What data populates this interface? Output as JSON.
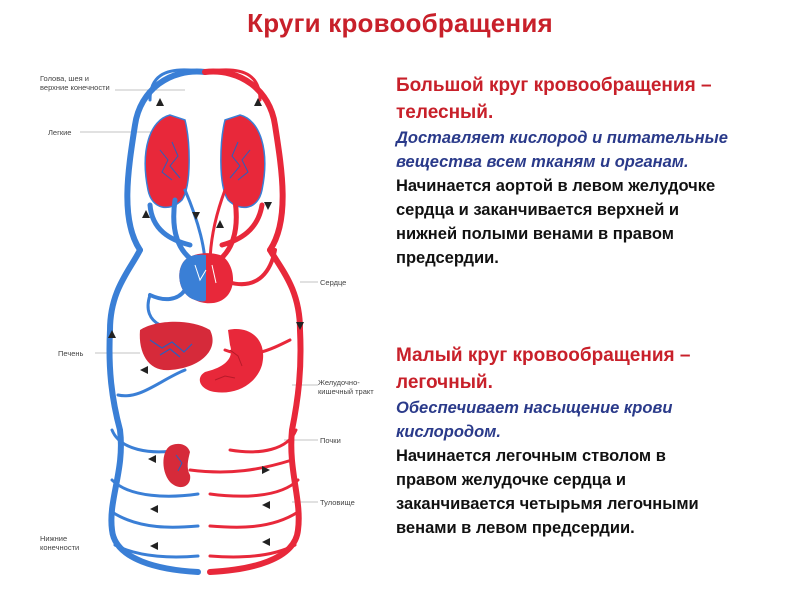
{
  "title": "Круги кровообращения",
  "diagram_labels": {
    "head": "Голова, шея и верхние конечности",
    "lungs": "Легкие",
    "heart": "Сердце",
    "liver": "Печень",
    "stomach": "Желудочно-кишечный тракт",
    "kidneys": "Почки",
    "pelvis": "Туловище",
    "legs": "Нижние конечности"
  },
  "systemic": {
    "title_line1": "Большой круг кровообращения –",
    "title_line2": "телесный.",
    "italic_line1": "Доставляет кислород и питательные",
    "italic_line2": "вещества всем тканям и органам.",
    "body_line1": "Начинается аортой в левом желудочке",
    "body_line2": "сердца и заканчивается верхней и",
    "body_line3": "нижней полыми венами в правом",
    "body_line4": "предсердии."
  },
  "pulmonary": {
    "title_line1": "Малый круг кровообращения –",
    "title_line2": "легочный.",
    "italic_line1": "Обеспечивает насыщение крови",
    "italic_line2": "кислородом.",
    "body_line1": "Начинается легочным стволом в",
    "body_line2": "правом желудочке сердца и",
    "body_line3": "заканчивается четырьмя легочными",
    "body_line4": "венами в левом предсердии."
  },
  "colors": {
    "arterial": "#e8283a",
    "venous": "#3a7fd6",
    "title": "#c8202a",
    "italic": "#2a3a8a"
  }
}
